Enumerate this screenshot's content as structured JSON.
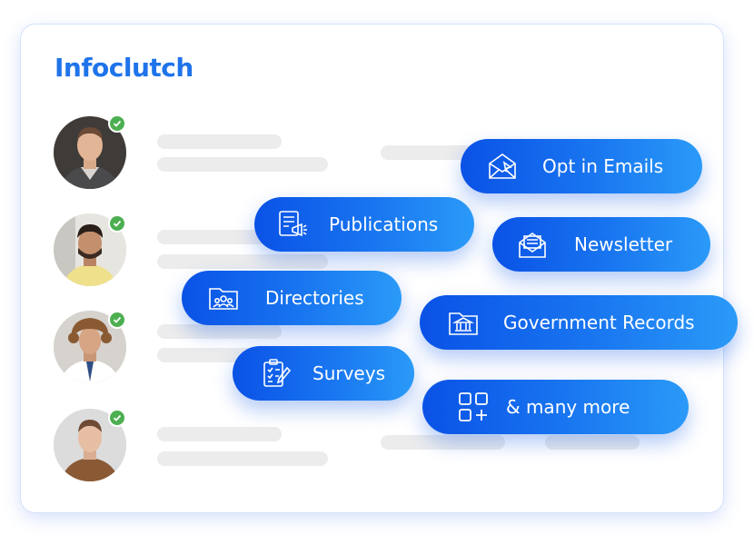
{
  "brand": {
    "name": "Infoclutch",
    "color": "#1f74ea"
  },
  "contacts": [
    {
      "avatar": "avatar-1",
      "verified": true
    },
    {
      "avatar": "avatar-2",
      "verified": true
    },
    {
      "avatar": "avatar-3",
      "verified": true
    },
    {
      "avatar": "avatar-4",
      "verified": true
    }
  ],
  "sources": [
    {
      "label": "Opt in Emails",
      "icon": "email-icon"
    },
    {
      "label": "Publications",
      "icon": "publication-icon"
    },
    {
      "label": "Newsletter",
      "icon": "newsletter-icon"
    },
    {
      "label": "Directories",
      "icon": "directory-folder-icon"
    },
    {
      "label": "Government Records",
      "icon": "government-building-icon"
    },
    {
      "label": "Surveys",
      "icon": "survey-clipboard-icon"
    },
    {
      "label": "& many more",
      "icon": "grid-plus-icon"
    }
  ],
  "colors": {
    "pill_start": "#0a52e6",
    "pill_end": "#2a9af8",
    "check": "#4caf50",
    "placeholder": "#ececec"
  }
}
